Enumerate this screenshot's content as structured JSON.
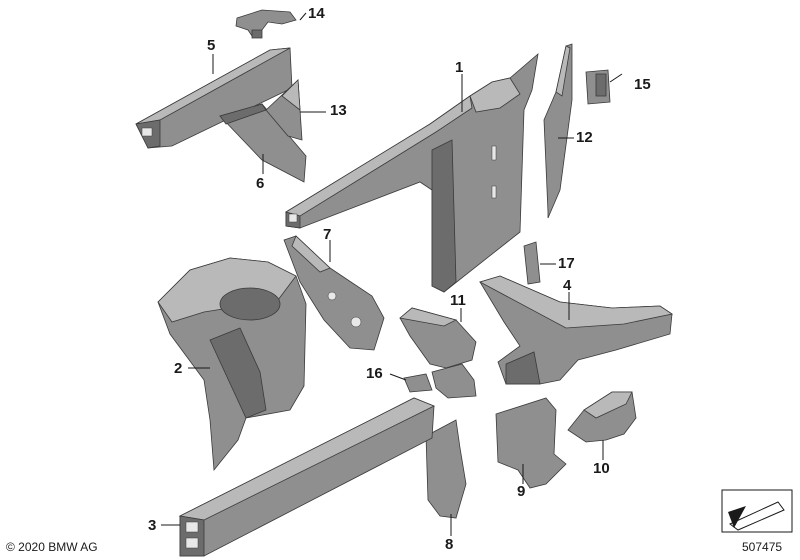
{
  "callouts": {
    "p1": "1",
    "p2": "2",
    "p3": "3",
    "p4": "4",
    "p5": "5",
    "p6": "6",
    "p7": "7",
    "p8": "8",
    "p9": "9",
    "p10": "10",
    "p11": "11",
    "p12": "12",
    "p13": "13",
    "p14": "14",
    "p15": "15",
    "p16": "16",
    "p17": "17"
  },
  "footer": {
    "copyright": "© 2020 BMW AG",
    "image_number": "507475"
  },
  "colors": {
    "part": "#8f8f8f",
    "part_dark": "#6c6c6c",
    "part_light": "#b9b9b9",
    "outline": "#3a3a3a",
    "text": "#1a1a1a"
  }
}
